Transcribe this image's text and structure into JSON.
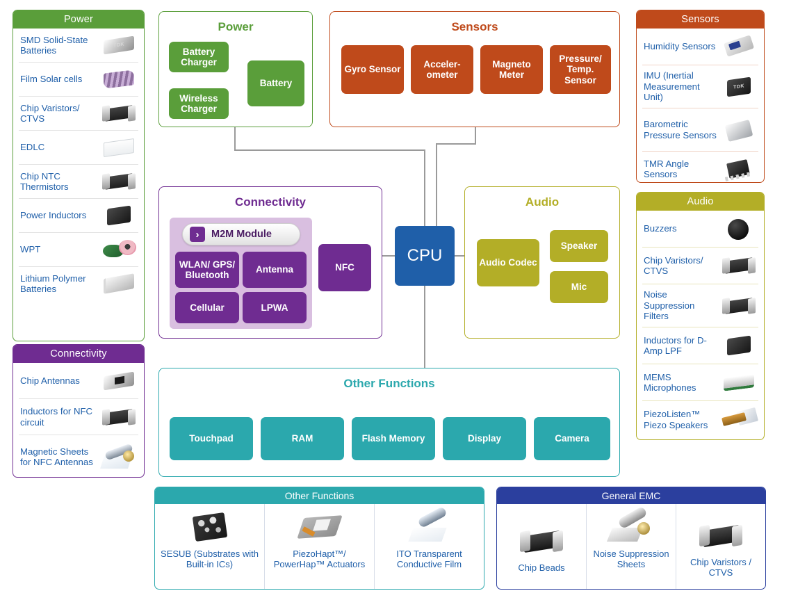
{
  "colors": {
    "power_green": "#5a9e3a",
    "sensors_orange": "#bf4a1b",
    "connectivity_purple": "#6f2c91",
    "audio_olive": "#b3ae27",
    "other_teal": "#2ba8ad",
    "cpu_blue": "#1f5fa9",
    "emc_blue": "#2b3f9e",
    "label_blue": "#1f5fa9",
    "wire_gray": "#9a9a9a"
  },
  "left_panels": [
    {
      "title": "Power",
      "header_color": "#5a9e3a",
      "items": [
        {
          "label": "SMD Solid-State Batteries",
          "icon": "smd-solid-state-battery-icon"
        },
        {
          "label": "Film Solar cells",
          "icon": "film-solar-cell-icon"
        },
        {
          "label": "Chip Varistors/ CTVS",
          "icon": "chip-varistor-icon"
        },
        {
          "label": "EDLC",
          "icon": "edlc-icon"
        },
        {
          "label": "Chip NTC Thermistors",
          "icon": "chip-ntc-thermistor-icon"
        },
        {
          "label": "Power Inductors",
          "icon": "power-inductor-icon"
        },
        {
          "label": "WPT",
          "icon": "wpt-coil-icon"
        },
        {
          "label": "Lithium Polymer Batteries",
          "icon": "lithium-polymer-battery-icon"
        }
      ]
    },
    {
      "title": "Connectivity",
      "header_color": "#6f2c91",
      "items": [
        {
          "label": "Chip Antennas",
          "icon": "chip-antenna-icon"
        },
        {
          "label": "Inductors for NFC circuit",
          "icon": "nfc-inductor-icon"
        },
        {
          "label": "Magnetic Sheets for NFC Antennas",
          "icon": "magnetic-sheet-icon"
        }
      ]
    }
  ],
  "right_panels": [
    {
      "title": "Sensors",
      "header_color": "#bf4a1b",
      "items": [
        {
          "label": "Humidity Sensors",
          "icon": "humidity-sensor-icon"
        },
        {
          "label": "IMU (Inertial Measurement Unit)",
          "icon": "imu-icon"
        },
        {
          "label": "Barometric Pressure Sensors",
          "icon": "barometric-pressure-sensor-icon"
        },
        {
          "label": "TMR Angle Sensors",
          "icon": "tmr-angle-sensor-icon"
        }
      ]
    },
    {
      "title": "Audio",
      "header_color": "#b3ae27",
      "items": [
        {
          "label": "Buzzers",
          "icon": "buzzer-icon"
        },
        {
          "label": "Chip Varistors/ CTVS",
          "icon": "chip-varistor-icon"
        },
        {
          "label": "Noise Suppression Filters",
          "icon": "noise-suppression-filter-icon"
        },
        {
          "label": "Inductors for D-Amp LPF",
          "icon": "d-amp-lpf-inductor-icon"
        },
        {
          "label": "MEMS Microphones",
          "icon": "mems-microphone-icon"
        },
        {
          "label": "PiezoListen™ Piezo Speakers",
          "icon": "piezo-speaker-icon"
        }
      ]
    }
  ],
  "diagram": {
    "power": {
      "title": "Power",
      "color": "#5a9e3a",
      "nodes": [
        {
          "label": "Battery Charger",
          "name": "battery-charger"
        },
        {
          "label": "Wireless Charger",
          "name": "wireless-charger"
        },
        {
          "label": "Battery",
          "name": "battery"
        }
      ]
    },
    "sensors": {
      "title": "Sensors",
      "color": "#bf4a1b",
      "nodes": [
        {
          "label": "Gyro Sensor",
          "name": "gyro-sensor"
        },
        {
          "label": "Acceler- ometer",
          "name": "accelerometer"
        },
        {
          "label": "Magneto Meter",
          "name": "magnetometer"
        },
        {
          "label": "Pressure/ Temp. Sensor",
          "name": "pressure-temp-sensor"
        }
      ]
    },
    "connectivity": {
      "title": "Connectivity",
      "color": "#6f2c91",
      "m2m_label": "M2M Module",
      "m2m_chevron": "›",
      "nodes": [
        {
          "label": "WLAN/ GPS/ Bluetooth",
          "name": "wlan-gps-bluetooth"
        },
        {
          "label": "Antenna",
          "name": "antenna"
        },
        {
          "label": "Cellular",
          "name": "cellular"
        },
        {
          "label": "LPWA",
          "name": "lpwa"
        }
      ],
      "nfc_label": "NFC"
    },
    "cpu": {
      "label": "CPU",
      "color": "#1f5fa9"
    },
    "audio": {
      "title": "Audio",
      "color": "#b3ae27",
      "nodes": [
        {
          "label": "Audio Codec",
          "name": "audio-codec"
        },
        {
          "label": "Speaker",
          "name": "speaker"
        },
        {
          "label": "Mic",
          "name": "mic"
        }
      ]
    },
    "other_functions": {
      "title": "Other Functions",
      "color": "#2ba8ad",
      "nodes": [
        {
          "label": "Touchpad",
          "name": "touchpad"
        },
        {
          "label": "RAM",
          "name": "ram"
        },
        {
          "label": "Flash Memory",
          "name": "flash-memory"
        },
        {
          "label": "Display",
          "name": "display"
        },
        {
          "label": "Camera",
          "name": "camera"
        }
      ]
    }
  },
  "bottom_panels": [
    {
      "title": "Other Functions",
      "header_color": "#2ba8ad",
      "items": [
        {
          "label": "SESUB (Substrates with Built-in ICs)",
          "icon": "sesub-icon"
        },
        {
          "label": "PiezoHapt™/ PowerHap™ Actuators",
          "icon": "piezohapt-actuator-icon"
        },
        {
          "label": "ITO Transparent Conductive Film",
          "icon": "ito-film-icon"
        }
      ]
    },
    {
      "title": "General EMC",
      "header_color": "#2b3f9e",
      "items": [
        {
          "label": "Chip Beads",
          "icon": "chip-bead-icon"
        },
        {
          "label": "Noise Suppression Sheets",
          "icon": "noise-suppression-sheet-icon"
        },
        {
          "label": "Chip Varistors / CTVS",
          "icon": "chip-varistor-icon"
        }
      ]
    }
  ]
}
